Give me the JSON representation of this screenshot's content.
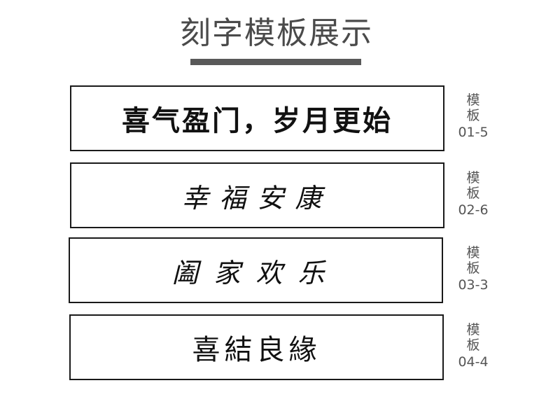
{
  "title": "刻字模板展示",
  "templates": [
    {
      "text": "喜气盈门，岁月更始",
      "label_top": "模",
      "label_mid": "板",
      "code": "01-5"
    },
    {
      "text": "幸福安康",
      "label_top": "模",
      "label_mid": "板",
      "code": "02-6"
    },
    {
      "text": "阖家欢乐",
      "label_top": "模",
      "label_mid": "板",
      "code": "03-3"
    },
    {
      "text": "喜結良緣",
      "label_top": "模",
      "label_mid": "板",
      "code": "04-4"
    }
  ],
  "colors": {
    "title": "#4a4a4a",
    "bar": "#595959",
    "border": "#1a1a1a",
    "label": "#555555"
  }
}
